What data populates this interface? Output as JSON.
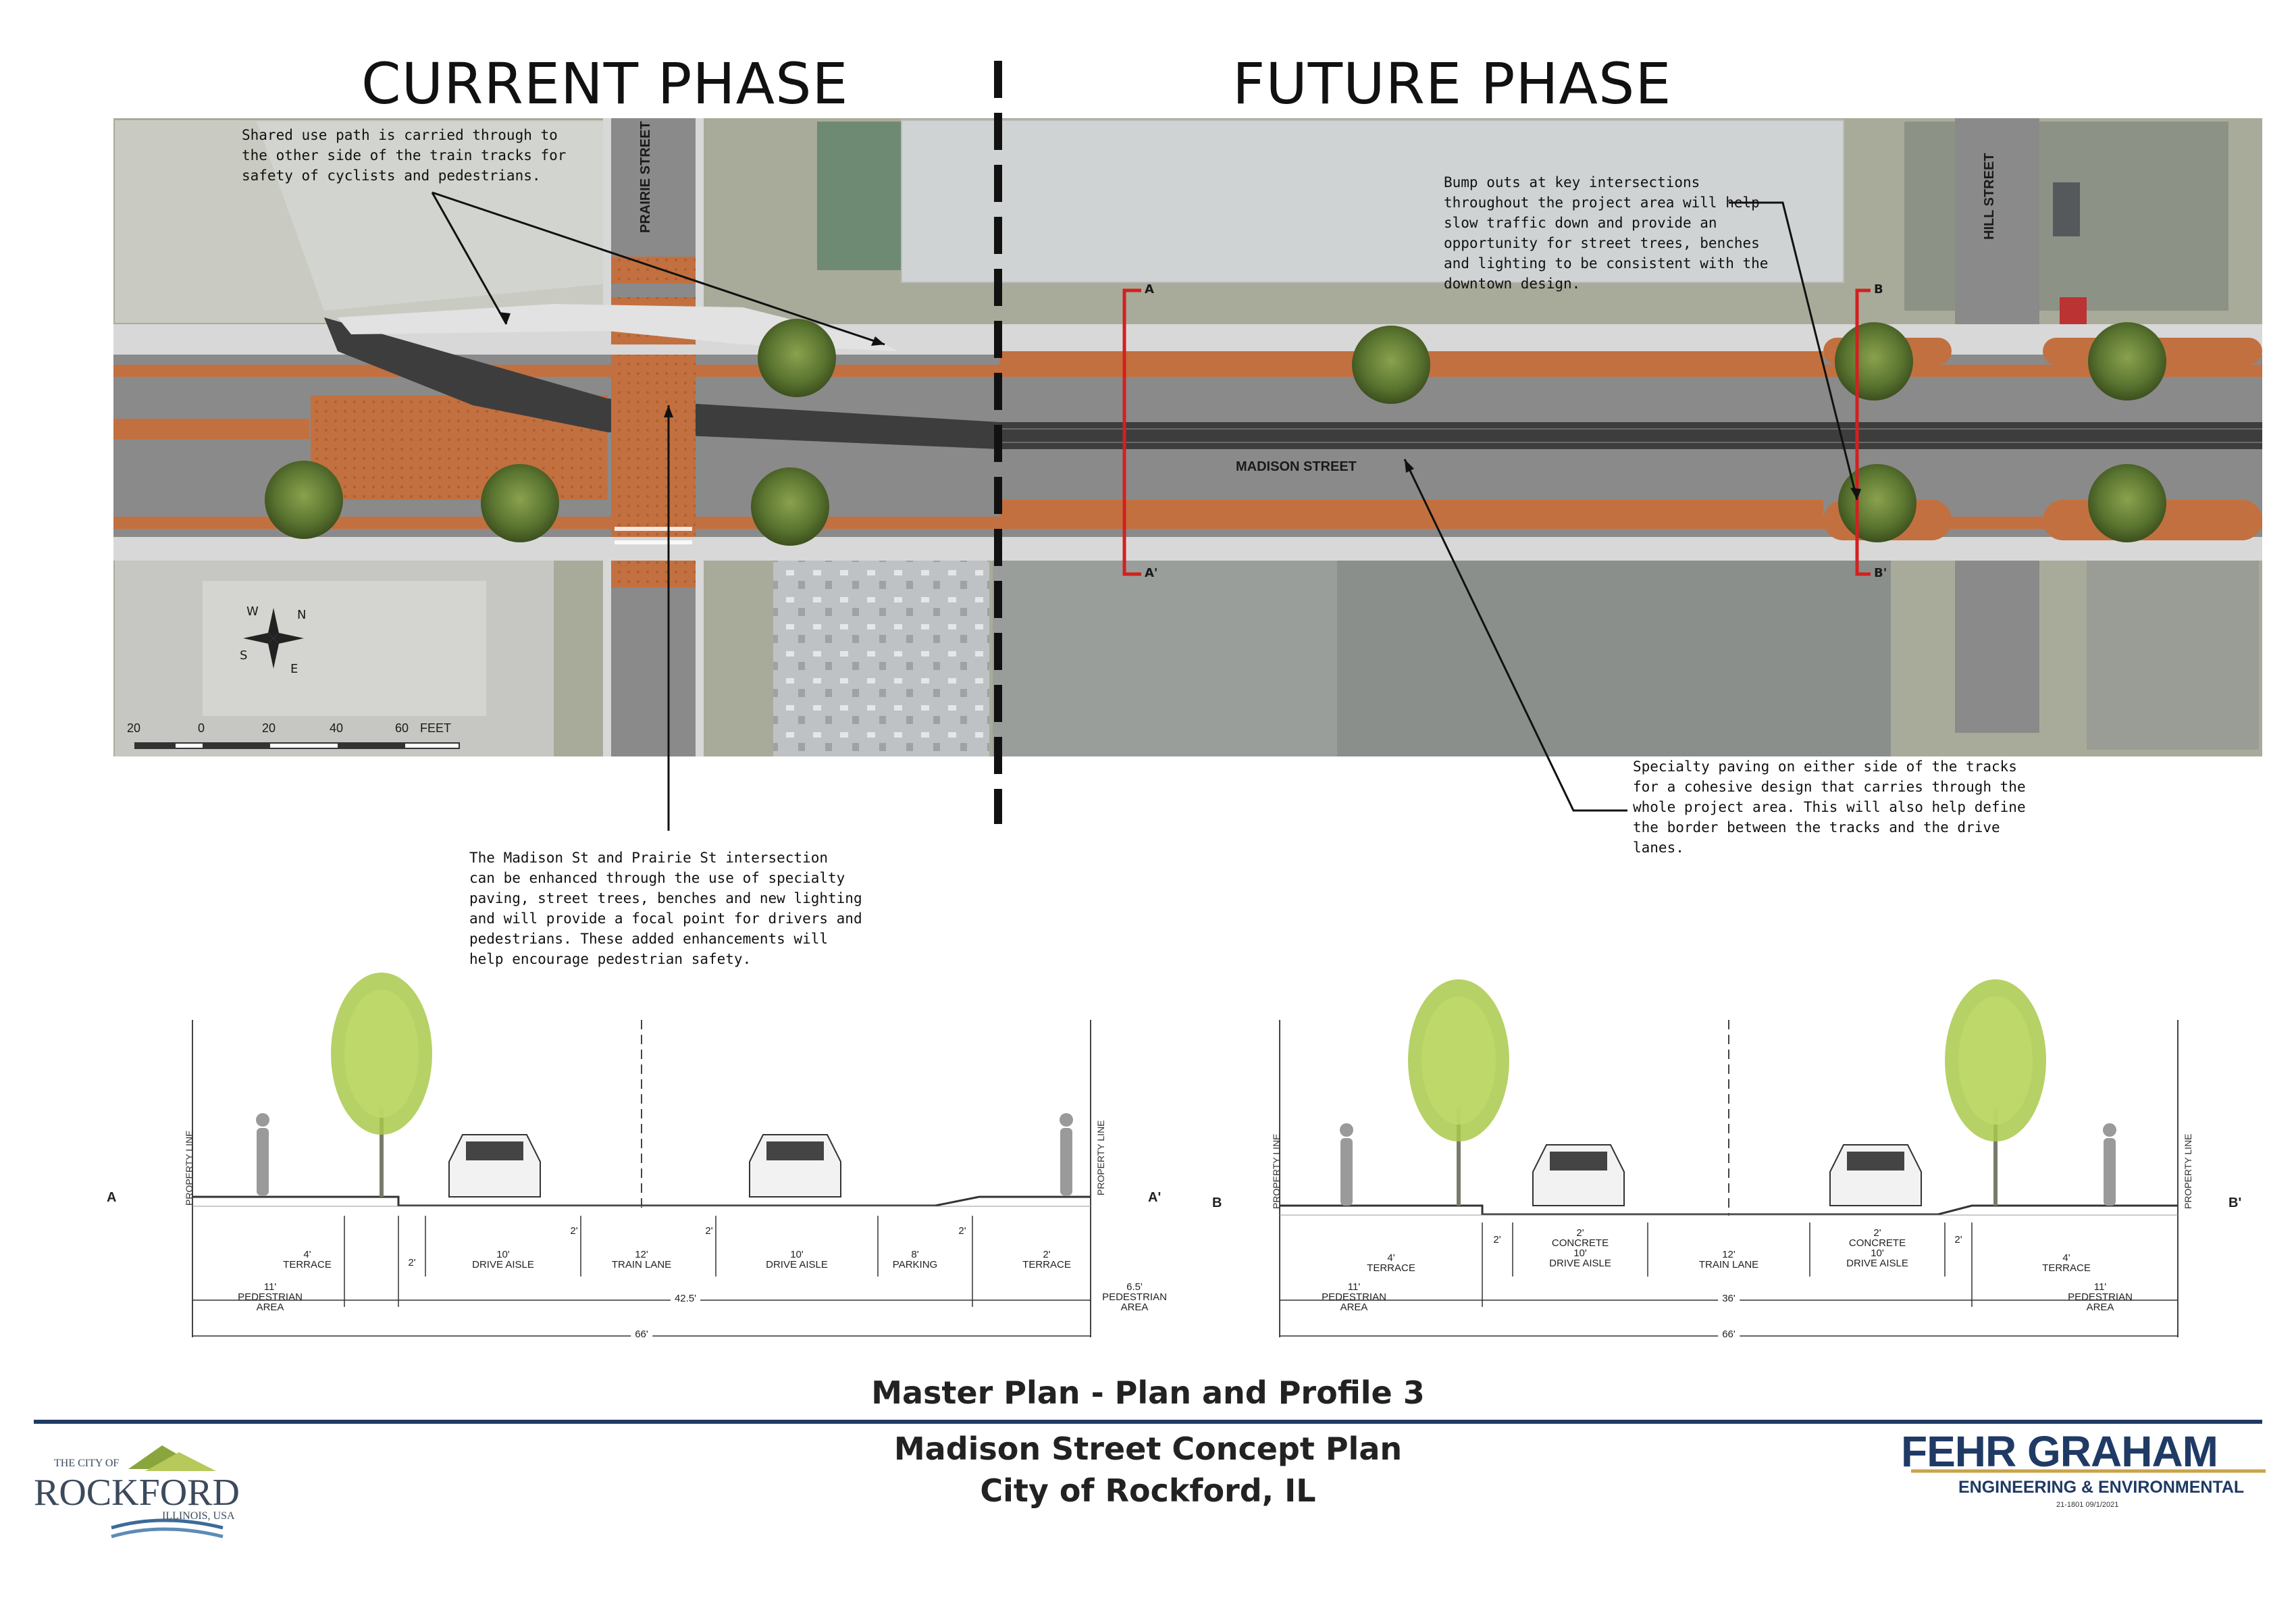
{
  "titles": {
    "current_phase": "CURRENT PHASE",
    "future_phase": "FUTURE PHASE"
  },
  "streets": {
    "prairie": "PRAIRIE STREET",
    "hill": "HILL STREET",
    "madison": "MADISON STREET"
  },
  "section_marks": {
    "a": "A",
    "a_prime": "A'",
    "b": "B",
    "b_prime": "B'"
  },
  "scale_bar": {
    "ticks": [
      "20",
      "0",
      "20",
      "40",
      "60"
    ],
    "unit": "FEET"
  },
  "compass": {
    "n": "N",
    "s": "S",
    "e": "E",
    "w": "W"
  },
  "notes": {
    "shared_path": "Shared use path is carried through to\nthe other side of the train tracks for\nsafety of cyclists and pedestrians.",
    "bump_outs": "Bump outs at key intersections\nthroughout the project area will help\nslow traffic down and provide an\nopportunity for street trees, benches\nand lighting to be consistent with the\ndowntown design.",
    "intersection": "The Madison St and Prairie St intersection\ncan be enhanced through the use of specialty\npaving, street trees, benches and new lighting\nand will provide a focal point for drivers and\npedestrians. These added enhancements will\nhelp encourage pedestrian safety.",
    "specialty_paving": "Specialty paving on either side of the tracks\nfor a cohesive design that carries through the\nwhole project area. This will also help define\nthe border between the tracks and the drive\nlanes."
  },
  "section_a": {
    "left_label": "A",
    "right_label": "A'",
    "property_line": "PROPERTY LINE",
    "dims": {
      "terrace_l": "4'\nTERRACE",
      "gutter_l": "2'",
      "drive_l": "10'\nDRIVE AISLE",
      "conc_l": "2'",
      "train": "12'\nTRAIN LANE",
      "conc_r": "2'",
      "drive_r": "10'\nDRIVE AISLE",
      "parking": "8'\nPARKING",
      "gutter_r": "2'",
      "terrace_r": "2'\nTERRACE",
      "ped_l": "11'\nPEDESTRIAN\nAREA",
      "roadway": "42.5'",
      "ped_r": "6.5'\nPEDESTRIAN\nAREA",
      "total": "66'"
    }
  },
  "section_b": {
    "left_label": "B",
    "right_label": "B'",
    "property_line": "PROPERTY LINE",
    "dims": {
      "terrace_l": "4'\nTERRACE",
      "gutter_l": "2'",
      "drive_l": "2'\nCONCRETE\n10'\nDRIVE AISLE",
      "train": "12'\nTRAIN LANE",
      "drive_r": "2'\nCONCRETE\n10'\nDRIVE AISLE",
      "gutter_r": "2'",
      "terrace_r": "4'\nTERRACE",
      "ped_l": "11'\nPEDESTRIAN\nAREA",
      "roadway": "36'",
      "ped_r": "11'\nPEDESTRIAN\nAREA",
      "total": "66'"
    }
  },
  "footer": {
    "sheet_title": "Master Plan - Plan and Profile 3",
    "project": "Madison Street Concept Plan",
    "client": "City of Rockford, IL",
    "city_logo": {
      "the_city_of": "THE CITY OF",
      "rockford": "ROCKFORD",
      "state": "ILLINOIS, USA"
    },
    "firm_logo": {
      "name": "FEHR GRAHAM",
      "tagline": "ENGINEERING & ENVIRONMENTAL",
      "code": "21-1801 09/1/2021"
    }
  },
  "colors": {
    "paving": "#c2703f",
    "asphalt": "#8a8a8a",
    "track": "#3d3d3d",
    "sidewalk": "#d8d8d8",
    "tree": "#4f6a2a",
    "section_line": "#d32020",
    "navy": "#1f3a64"
  }
}
